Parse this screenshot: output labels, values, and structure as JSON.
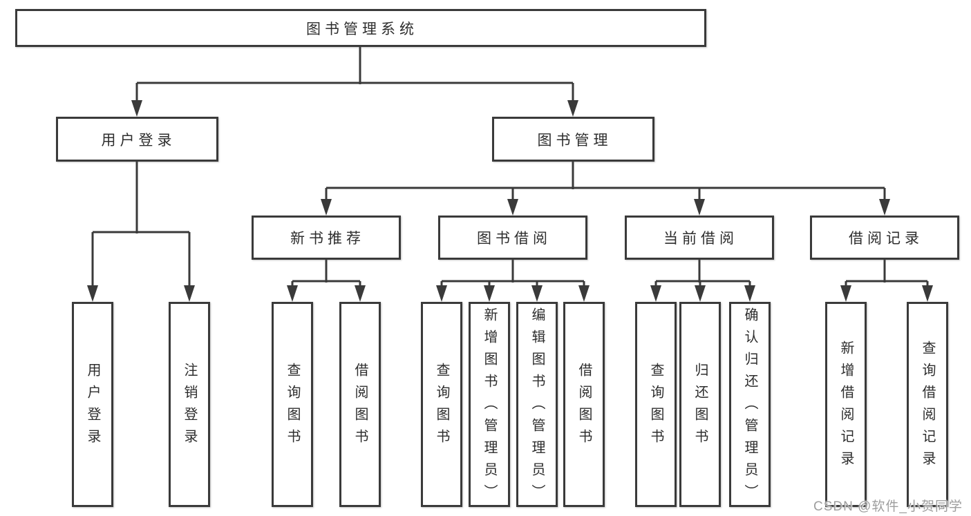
{
  "tree": {
    "root": {
      "label": "图书管理系统"
    },
    "children": [
      {
        "label": "用户登录",
        "children": [
          {
            "label": "用户登录"
          },
          {
            "label": "注销登录"
          }
        ]
      },
      {
        "label": "图书管理",
        "children": [
          {
            "label": "新书推荐",
            "children": [
              {
                "label": "查询图书"
              },
              {
                "label": "借阅图书"
              }
            ]
          },
          {
            "label": "图书借阅",
            "children": [
              {
                "label": "查询图书"
              },
              {
                "label": "新增图书（管理员）"
              },
              {
                "label": "编辑图书（管理员）"
              },
              {
                "label": "借阅图书"
              }
            ]
          },
          {
            "label": "当前借阅",
            "children": [
              {
                "label": "查询图书"
              },
              {
                "label": "归还图书"
              },
              {
                "label": "确认归还（管理员）"
              }
            ]
          },
          {
            "label": "借阅记录",
            "children": [
              {
                "label": "新增借阅记录"
              },
              {
                "label": "查询借阅记录"
              }
            ]
          }
        ]
      }
    ]
  },
  "watermark": {
    "text": "CSDN @软件_小贺同学"
  },
  "colors": {
    "line": "#3a3a3a",
    "text": "#2d2d2d",
    "watermark": "#969696",
    "background": "#ffffff"
  }
}
